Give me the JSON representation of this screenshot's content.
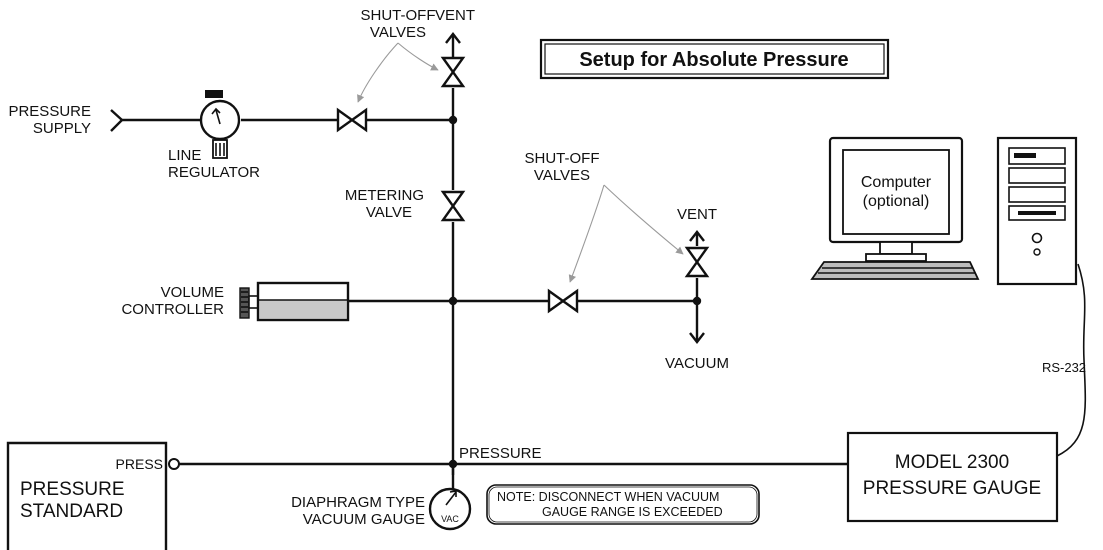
{
  "title": "Setup for Absolute Pressure",
  "labels": {
    "shutoff_top_line1": "SHUT-OFF",
    "shutoff_top_line2": "VALVES",
    "vent_top": "VENT",
    "pressure_supply_line1": "PRESSURE",
    "pressure_supply_line2": "SUPPLY",
    "line_regulator_line1": "LINE",
    "line_regulator_line2": "REGULATOR",
    "metering_valve_line1": "METERING",
    "metering_valve_line2": "VALVE",
    "shutoff_mid_line1": "SHUT-OFF",
    "shutoff_mid_line2": "VALVES",
    "vent_right": "VENT",
    "volume_controller_line1": "VOLUME",
    "volume_controller_line2": "CONTROLLER",
    "vacuum": "VACUUM",
    "pressure_line": "PRESSURE",
    "press_port": "PRESS",
    "pressure_standard_line1": "PRESSURE",
    "pressure_standard_line2": "STANDARD",
    "vacuum_gauge_line1": "DIAPHRAGM TYPE",
    "vacuum_gauge_line2": "VACUUM GAUGE",
    "vac": "VAC",
    "note_line1": "NOTE:  DISCONNECT WHEN VACUUM",
    "note_line2": "GAUGE RANGE IS EXCEEDED",
    "computer_line1": "Computer",
    "computer_line2": "(optional)",
    "rs232": "RS-232",
    "model_line1": "MODEL 2300",
    "model_line2": "PRESSURE GAUGE"
  },
  "colors": {
    "line": "#111111",
    "leader": "#9a9a9a",
    "controller_fill": "#c8c8c8",
    "keyboard_fill": "#bdbdbd"
  }
}
